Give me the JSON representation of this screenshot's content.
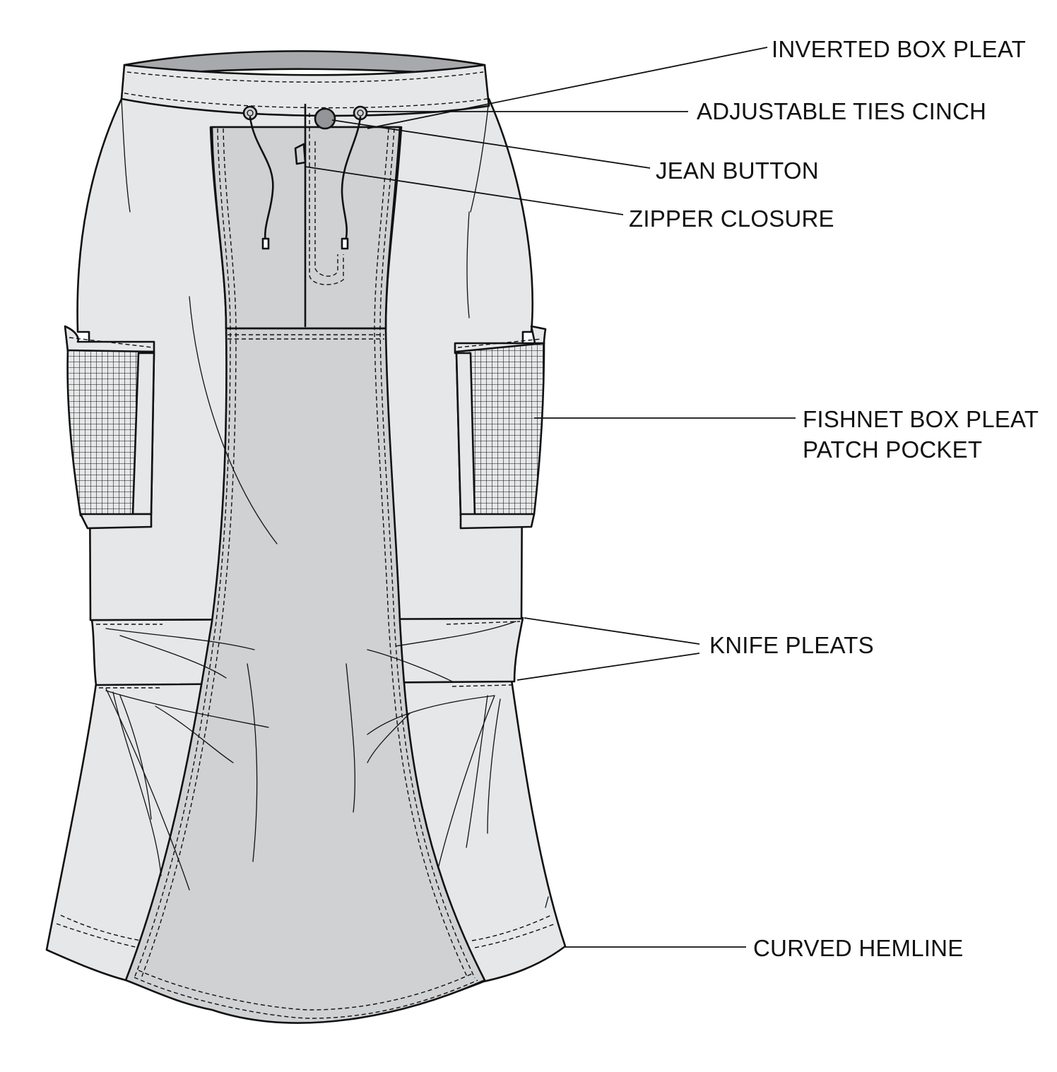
{
  "colors": {
    "side_panel": "#e6e7e8",
    "center_panel": "#d0d1d3",
    "waistband": "#e6e7e8",
    "waist_inner": "#a7a9ac",
    "button": "#939598",
    "outline": "#111111"
  },
  "labels": {
    "inverted_box_pleat": "INVERTED BOX PLEAT",
    "adjustable_ties_cinch": "ADJUSTABLE TIES CINCH",
    "jean_button": "JEAN BUTTON",
    "zipper_closure": "ZIPPER CLOSURE",
    "fishnet_pocket_line1": "FISHNET BOX PLEAT",
    "fishnet_pocket_line2": "PATCH POCKET",
    "knife_pleats": "KNIFE PLEATS",
    "curved_hemline": "CURVED HEMLINE"
  }
}
